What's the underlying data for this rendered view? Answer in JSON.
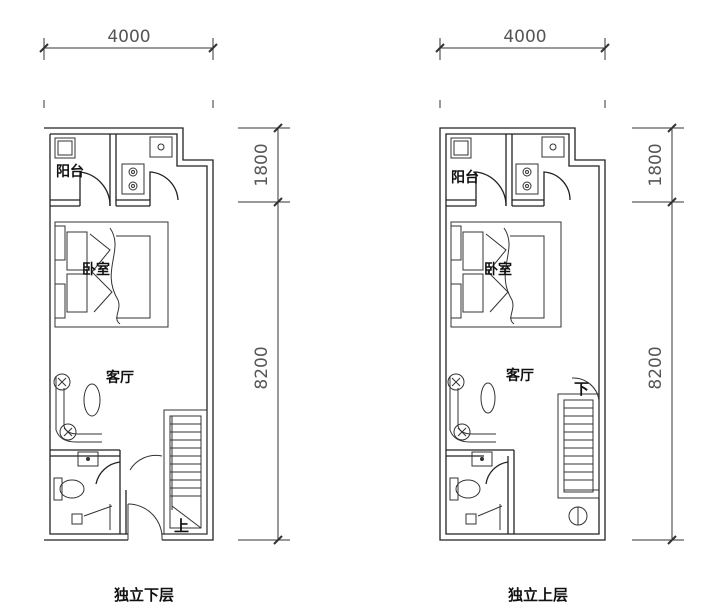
{
  "plans": [
    {
      "width_label": "4000",
      "height_top_label": "1800",
      "height_bottom_label": "8200",
      "rooms": {
        "balcony": "阳台",
        "bedroom": "卧室",
        "living": "客厅"
      },
      "stair_label": "上",
      "caption": "独立下层"
    },
    {
      "width_label": "4000",
      "height_top_label": "1800",
      "height_bottom_label": "8200",
      "rooms": {
        "balcony": "阳台",
        "bedroom": "卧室",
        "living": "客厅"
      },
      "stair_label": "下",
      "caption": "独立上层"
    }
  ]
}
